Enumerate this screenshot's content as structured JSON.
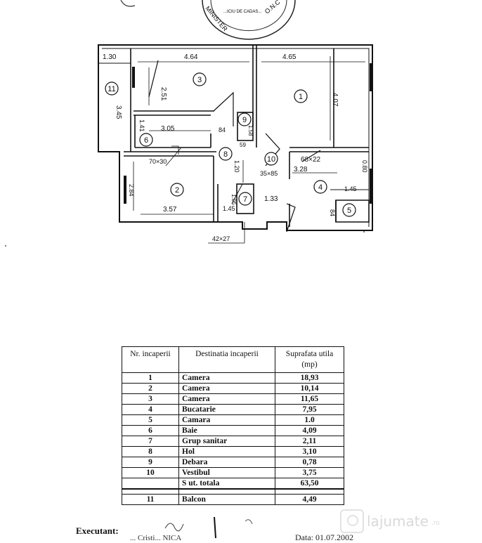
{
  "stamp": {
    "text_outer": "MINISTER",
    "text_inner": "...ICIU DE CADAS...",
    "text_oncc": "O.N.C"
  },
  "plan": {
    "dimensions": {
      "d_1_30": "1.30",
      "d_4_64": "4.64",
      "d_4_65": "4.65",
      "d_2_51": "2.51",
      "d_3_45": "3.45",
      "d_4_07": "4.07",
      "d_1_41": "1.41",
      "d_3_05": "3.05",
      "d_84_a": "84",
      "d_1_58": "1.58",
      "d_59": "59",
      "d_68x22": "68×22",
      "d_3_28": "3.28",
      "d_80": "0.80",
      "d_70x30": "70×30",
      "d_1_20": "1.20",
      "d_35x85": "35×85",
      "d_2_84": "2.84",
      "d_3_57": "3.57",
      "d_1_05": "1.05",
      "d_1_45_v": "1.45",
      "d_1_33": "1.33",
      "d_1_45": "1.45",
      "d_84_b": "84",
      "d_42x27": "42×27"
    },
    "room_numbers": [
      "1",
      "2",
      "3",
      "4",
      "5",
      "6",
      "7",
      "8",
      "9",
      "10",
      "11"
    ]
  },
  "table": {
    "headers": {
      "nr": "Nr. incaperii",
      "dest": "Destinatia incaperii",
      "sup": "Suprafata utila (mp)"
    },
    "rows": [
      {
        "nr": "1",
        "dest": "Camera",
        "sup": "18,93"
      },
      {
        "nr": "2",
        "dest": "Camera",
        "sup": "10,14"
      },
      {
        "nr": "3",
        "dest": "Camera",
        "sup": "11,65"
      },
      {
        "nr": "4",
        "dest": "Bucatarie",
        "sup": "7,95"
      },
      {
        "nr": "5",
        "dest": "Camara",
        "sup": "1.0"
      },
      {
        "nr": "6",
        "dest": "Baie",
        "sup": "4,09"
      },
      {
        "nr": "7",
        "dest": "Grup sanitar",
        "sup": "2,11"
      },
      {
        "nr": "8",
        "dest": "Hol",
        "sup": "3,10"
      },
      {
        "nr": "9",
        "dest": "Debara",
        "sup": "0,78"
      },
      {
        "nr": "10",
        "dest": "Vestibul",
        "sup": "3,75"
      },
      {
        "nr": "",
        "dest": "S ut. totala",
        "sup": "63,50"
      }
    ],
    "balcony": {
      "nr": "11",
      "dest": "Balcon",
      "sup": "4,49"
    }
  },
  "footer": {
    "executant_label": "Executant:",
    "executant_tail": "... Cristi... NICA",
    "date_label": "Data: 01.07.2002"
  },
  "watermark": {
    "brand": "lajumate",
    "suffix": ".ro"
  }
}
